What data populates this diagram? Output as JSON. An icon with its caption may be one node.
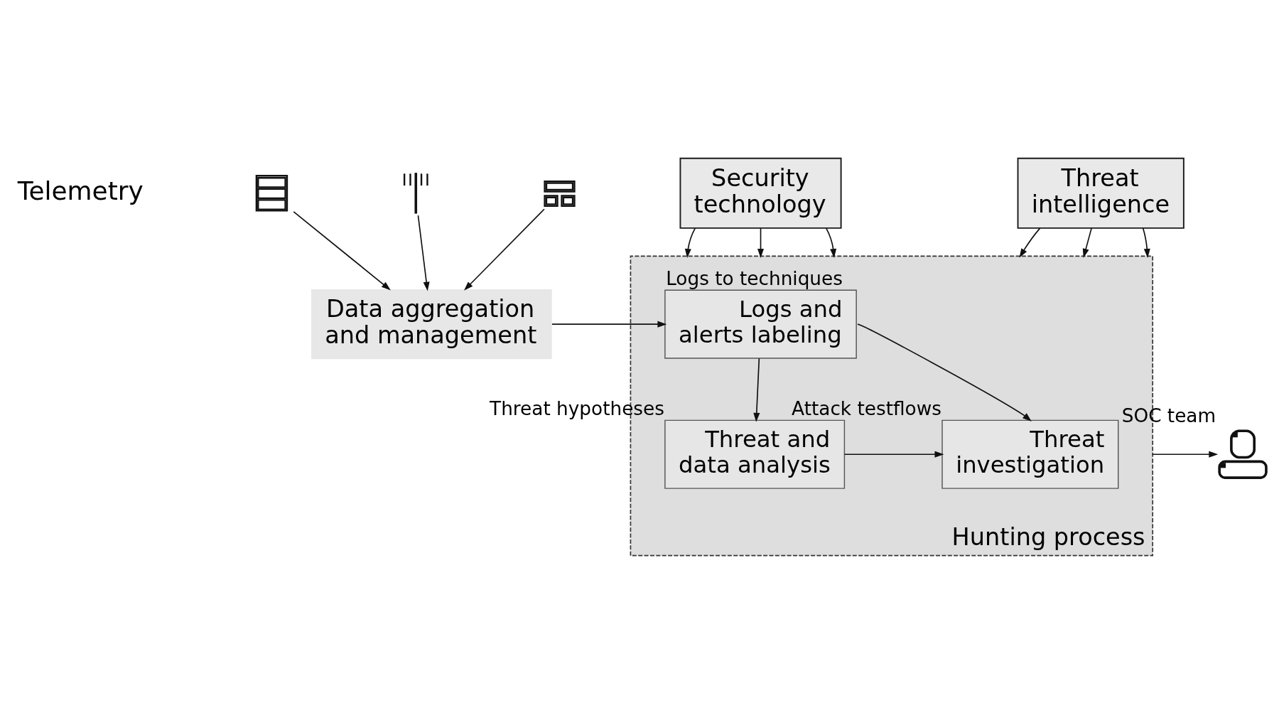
{
  "diagram": {
    "nodes": [
      {
        "text": [
          "Security technology"
        ]
      },
      {
        "text": [
          "Threat intelligence"
        ]
      },
      {
        "text": [],
        "shape": "picture"
      },
      {
        "text": [],
        "shape": "picture"
      },
      {
        "text": [],
        "shape": "picture"
      },
      {
        "text": [
          "Data aggregation and management"
        ]
      },
      {
        "text": [
          "Hunting process"
        ]
      },
      {
        "text": [
          "Logs and alerts labeling"
        ],
        "in": 6,
        "beside": [
          "Logs to techniques"
        ]
      },
      {
        "text": [
          "Threat and data analysis"
        ],
        "in": 6,
        "beside": [
          "Threat hypotheses"
        ]
      },
      {
        "text": [
          "Threat investigation"
        ],
        "in": 6,
        "beside": [
          "Attack testflows"
        ]
      },
      {
        "text": [],
        "shape": "person",
        "beside": [
          "SOC team"
        ]
      }
    ],
    "edges": [
      {
        "from": 2,
        "to": 5,
        "arrow": "to"
      },
      {
        "from": 3,
        "to": 5,
        "arrow": "to"
      },
      {
        "from": 4,
        "to": 5,
        "arrow": "to"
      },
      {
        "from": 5,
        "to": 7,
        "arrow": "to"
      },
      {
        "from": 0,
        "to": 6,
        "arrow": "to"
      },
      {
        "from": 0,
        "to": 6,
        "arrow": "to"
      },
      {
        "from": 0,
        "to": 6,
        "arrow": "to"
      },
      {
        "from": 1,
        "to": 6,
        "arrow": "to"
      },
      {
        "from": 1,
        "to": 6,
        "arrow": "to"
      },
      {
        "from": 1,
        "to": 6,
        "arrow": "to"
      },
      {
        "from": 7,
        "to": 8,
        "arrow": "to"
      },
      {
        "from": 7,
        "to": 9,
        "arrow": "to"
      },
      {
        "from": 8,
        "to": 9,
        "arrow": "to"
      },
      {
        "from": 6,
        "to": 10,
        "arrow": "to"
      }
    ],
    "labels": [
      "Telemetry"
    ]
  }
}
